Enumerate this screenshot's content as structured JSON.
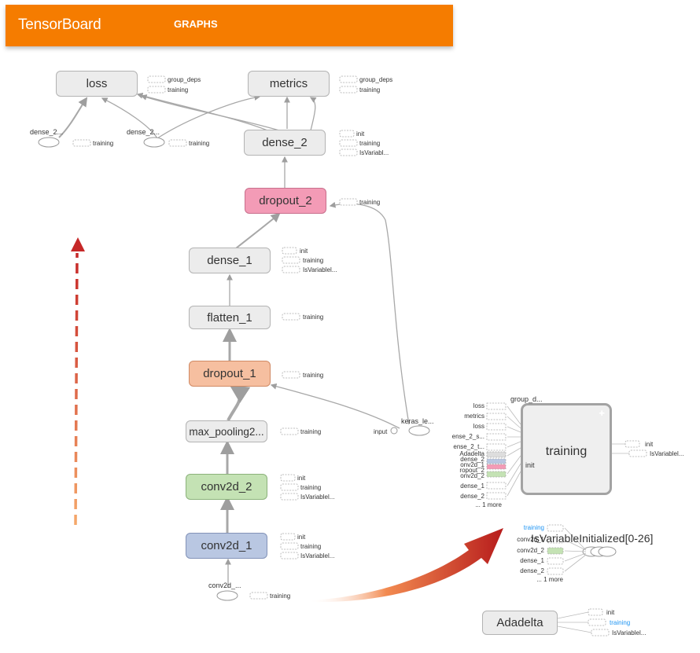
{
  "header": {
    "app_title": "TensorBoard",
    "tab_graphs": "GRAPHS"
  },
  "colors": {
    "header_bg": "#f57c00",
    "node_default": "#ececec",
    "dropout_2": "#f39bb6",
    "dropout_1": "#f6bfa0",
    "conv2d_2": "#c4e2b4",
    "conv2d_1": "#b9c7e2",
    "arrow_up_bottom": "#f5a86a",
    "arrow_up_top": "#c62828",
    "curved_arrow_start": "#ffffff",
    "curved_arrow_end": "#b71c1c"
  },
  "nodes": {
    "loss": "loss",
    "metrics": "metrics",
    "dense_2": "dense_2",
    "dropout_2": "dropout_2",
    "dense_1": "dense_1",
    "flatten_1": "flatten_1",
    "dropout_1": "dropout_1",
    "max_pooling": "max_pooling2...",
    "conv2d_2": "conv2d_2",
    "conv2d_1": "conv2d_1",
    "adadelta": "Adadelta"
  },
  "aux": {
    "group_deps": "group_deps",
    "training": "training",
    "init": "init",
    "is_var": "IsVariabl...",
    "is_var_e": "IsVariablel...",
    "dense_2_trunc": "dense_2...",
    "conv2d_trunc": "conv2d_...",
    "keras_le": "keras_le...",
    "input": "input"
  },
  "training_panel": {
    "title": "training",
    "group_deps": "group_d...",
    "init": "init",
    "out_init": "init",
    "out_is_var": "IsVariablel...",
    "inputs": [
      "loss",
      "metrics",
      "loss",
      "ense_2_s...",
      "ense_2_t...",
      "Adadelta",
      "dense_2",
      "onv2d_1",
      "ropout_2",
      "onv2d_2",
      "dense_1",
      "dense_2"
    ],
    "more": "... 1 more"
  },
  "isvar_panel": {
    "title": "IsVariableInitialized[0-26]",
    "inputs": [
      "training",
      "conv2d_1",
      "conv2d_2",
      "dense_1",
      "dense_2"
    ],
    "more": "... 1 more"
  },
  "adadelta_panel": {
    "init": "init",
    "training": "training",
    "is_var": "IsVariablel..."
  }
}
